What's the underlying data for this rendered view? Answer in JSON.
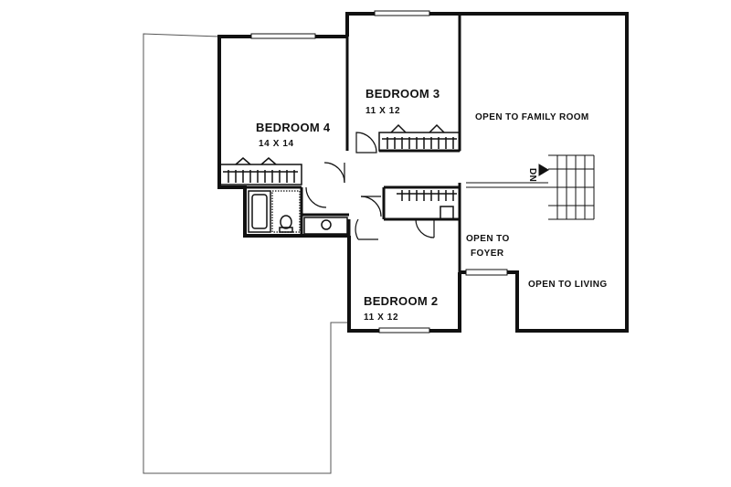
{
  "rooms": {
    "bedroom4": {
      "name": "BEDROOM 4",
      "size": "14 X 14"
    },
    "bedroom3": {
      "name": "BEDROOM 3",
      "size": "11 X 12"
    },
    "bedroom2": {
      "name": "BEDROOM 2",
      "size": "11 X 12"
    }
  },
  "openings": {
    "family_room": "OPEN TO FAMILY ROOM",
    "foyer_line1": "OPEN TO",
    "foyer_line2": "FOYER",
    "living": "OPEN TO LIVING"
  },
  "stairs": {
    "label": "DN"
  },
  "colors": {
    "wall": "#111111",
    "background": "#ffffff",
    "outline": "#555555"
  }
}
